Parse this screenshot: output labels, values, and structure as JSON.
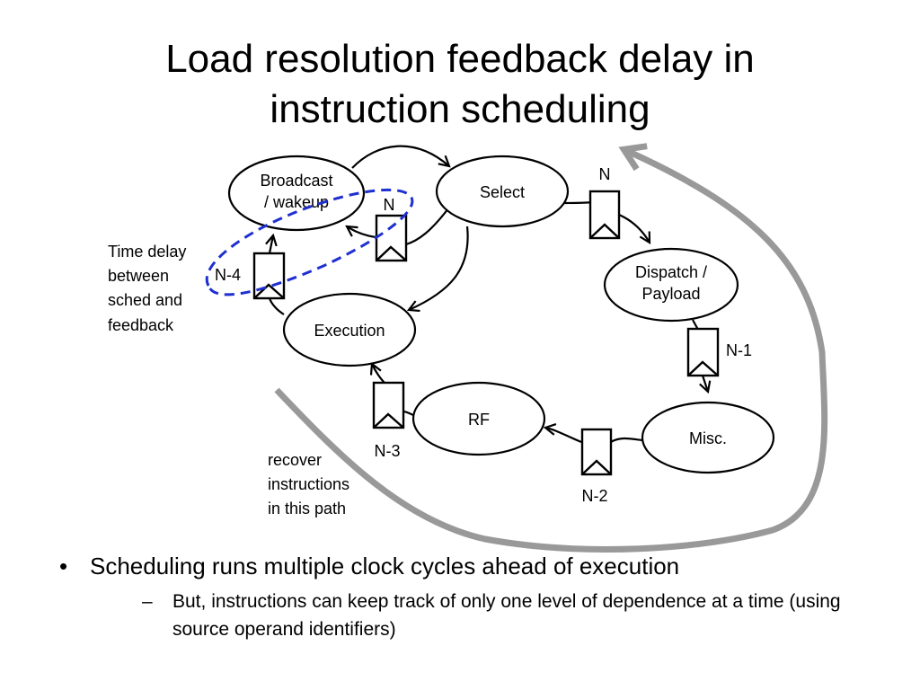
{
  "slide": {
    "title_lines": [
      "Load resolution feedback delay in",
      "instruction scheduling"
    ]
  },
  "diagram": {
    "nodes": {
      "broadcast": [
        "Broadcast",
        "/ wakeup"
      ],
      "select": [
        "Select"
      ],
      "dispatch": [
        "Dispatch /",
        "Payload"
      ],
      "misc": [
        "Misc."
      ],
      "rf": [
        "RF"
      ],
      "execution": [
        "Execution"
      ]
    },
    "latch_labels": {
      "n_select": "N",
      "n_broadcast": "N",
      "n1": "N-1",
      "n2": "N-2",
      "n3": "N-3",
      "n4": "N-4"
    },
    "annotations": {
      "time_delay": [
        "Time delay",
        "between",
        "sched and",
        "feedback"
      ],
      "recover": [
        "recover",
        "instructions",
        "in this path"
      ]
    },
    "colors": {
      "ink": "#000000",
      "dashed_highlight": "#1f2fd0",
      "recovery_arrow": "#999999"
    }
  },
  "bullets": [
    {
      "text": "Scheduling runs multiple clock cycles ahead of execution",
      "marker": "•",
      "sub": [
        {
          "text": "But, instructions can keep track of only one level of dependence at a time (using source operand identifiers)",
          "marker": "–"
        }
      ]
    }
  ]
}
